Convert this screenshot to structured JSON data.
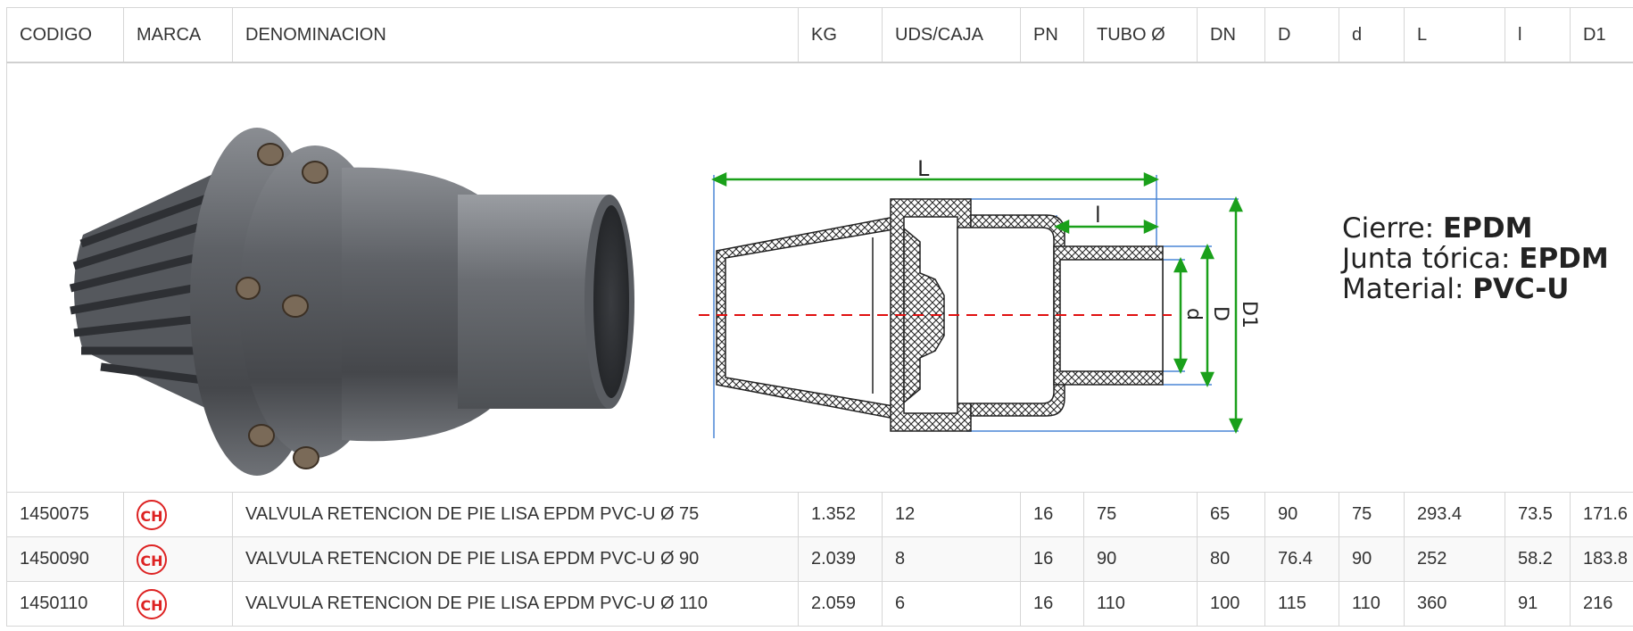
{
  "columns": [
    "CODIGO",
    "MARCA",
    "DENOMINACION",
    "KG",
    "UDS/CAJA",
    "PN",
    "TUBO Ø",
    "DN",
    "D",
    "d",
    "L",
    "l",
    "D1"
  ],
  "brand_badge_text": "CH",
  "brand_color": "#d22222",
  "diagram": {
    "label_L": "L",
    "label_l": "l",
    "label_d": "d",
    "label_D": "D",
    "label_D1": "D1",
    "dimension_color": "#1aa01a",
    "axis_color": "#e01010"
  },
  "specs": [
    {
      "label": "Cierre: ",
      "value": "EPDM"
    },
    {
      "label": "Junta tórica: ",
      "value": "EPDM"
    },
    {
      "label": "Material: ",
      "value": "PVC-U"
    }
  ],
  "rows": [
    {
      "codigo": "1450075",
      "denominacion": "VALVULA RETENCION DE PIE LISA EPDM PVC-U Ø 75",
      "kg": "1.352",
      "uds": "12",
      "pn": "16",
      "tubo": "75",
      "dn": "65",
      "D": "90",
      "d": "75",
      "L": "293.4",
      "l": "73.5",
      "D1": "171.6"
    },
    {
      "codigo": "1450090",
      "denominacion": "VALVULA RETENCION DE PIE LISA EPDM PVC-U Ø 90",
      "kg": "2.039",
      "uds": "8",
      "pn": "16",
      "tubo": "90",
      "dn": "80",
      "D": "76.4",
      "d": "90",
      "L": "252",
      "l": "58.2",
      "D1": "183.8"
    },
    {
      "codigo": "1450110",
      "denominacion": "VALVULA RETENCION DE PIE LISA EPDM PVC-U Ø 110",
      "kg": "2.059",
      "uds": "6",
      "pn": "16",
      "tubo": "110",
      "dn": "100",
      "D": "115",
      "d": "110",
      "L": "360",
      "l": "91",
      "D1": "216"
    }
  ]
}
